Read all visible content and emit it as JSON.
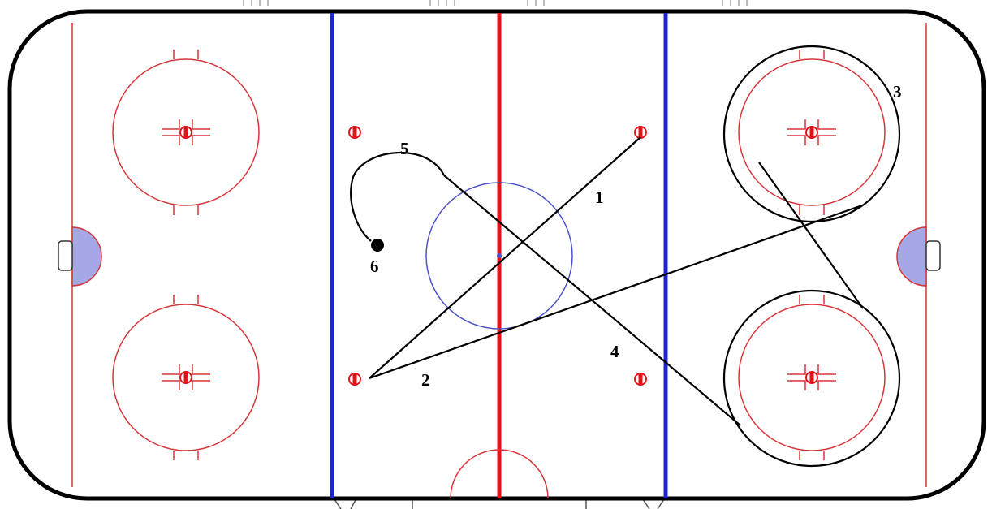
{
  "path_labels": [
    "1",
    "2",
    "3",
    "4",
    "5",
    "6"
  ],
  "colors": {
    "board": "#000000",
    "red_line": "#e3131b",
    "thin_red": "#d6363a",
    "blue_line": "#1f23d6",
    "crease_fill": "#a6a8e6",
    "center_circle": "#4b52c8",
    "path": "#000000"
  }
}
